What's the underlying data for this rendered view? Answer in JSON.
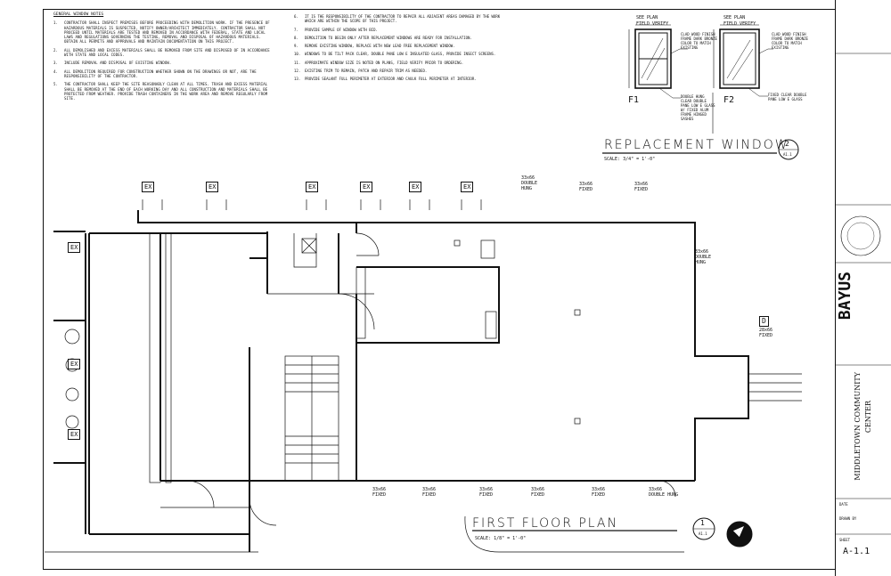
{
  "general_notes": {
    "title": "GENERAL WINDOW NOTES",
    "items": [
      {
        "n": "1.",
        "text": "CONTRACTOR SHALL INSPECT PREMISES BEFORE PROCEEDING WITH DEMOLITION WORK. IF THE PRESENCE OF HAZARDOUS MATERIALS IS SUSPECTED, NOTIFY OWNER/ARCHITECT IMMEDIATELY. CONTRACTOR SHALL NOT PROCEED UNTIL MATERIALS ARE TESTED AND REMOVED IN ACCORDANCE WITH FEDERAL, STATE AND LOCAL LAWS AND REGULATIONS GOVERNING THE TESTING, REMOVAL AND DISPOSAL OF HAZARDOUS MATERIALS. OBTAIN ALL PERMITS AND APPROVALS AND MAINTAIN DOCUMENTATION ON THIS PROJECT."
      },
      {
        "n": "2.",
        "text": "ALL DEMOLISHED AND EXCESS MATERIALS SHALL BE REMOVED FROM SITE AND DISPOSED OF IN ACCORDANCE WITH STATE AND LOCAL CODES."
      },
      {
        "n": "3.",
        "text": "INCLUDE REMOVAL AND DISPOSAL OF EXISTING WINDOW."
      },
      {
        "n": "4.",
        "text": "ALL DEMOLITION REQUIRED FOR CONSTRUCTION WHETHER SHOWN ON THE DRAWINGS OR NOT, ARE THE RESPONSIBILITY OF THE CONTRACTOR."
      },
      {
        "n": "5.",
        "text": "THE CONTRACTOR SHALL KEEP THE SITE REASONABLY CLEAN AT ALL TIMES. TRASH AND EXCESS MATERIAL SHALL BE REMOVED AT THE END OF EACH WORKING DAY AND ALL CONSTRUCTION AND MATERIALS SHALL BE PROTECTED FROM WEATHER. PROVIDE TRASH CONTAINERS IN THE WORK AREA AND REMOVE REGULARLY FROM SITE."
      }
    ],
    "items2": [
      {
        "n": "6.",
        "text": "IT IS THE RESPONSIBILITY OF THE CONTRACTOR TO REPAIR ALL ADJACENT AREAS DAMAGED BY THE WORK WHICH ARE WITHIN THE SCOPE OF THIS PROJECT."
      },
      {
        "n": "7.",
        "text": "PROVIDE SAMPLE OF WINDOW WITH BID."
      },
      {
        "n": "8.",
        "text": "DEMOLITION TO BEGIN ONLY AFTER REPLACEMENT WINDOWS ARE READY FOR INSTALLATION."
      },
      {
        "n": "9.",
        "text": "REMOVE EXISTING WINDOW, REPLACE WITH NEW LEAD FREE REPLACEMENT WINDOW."
      },
      {
        "n": "10.",
        "text": "WINDOWS TO BE TILT PACK CLEAR, DOUBLE PANE LOW E INSULATED GLASS, PROVIDE INSECT SCREENS."
      },
      {
        "n": "11.",
        "text": "APPROXIMATE WINDOW SIZE IS NOTED ON PLANS, FIELD VERIFY PRIOR TO ORDERING."
      },
      {
        "n": "12.",
        "text": "EXISTING TRIM TO REMAIN, PATCH AND REPAIR TRIM AS NEEDED."
      },
      {
        "n": "13.",
        "text": "PROVIDE SEALANT FULL PERIMETER AT EXTERIOR AND CAULK FULL PERIMETER AT INTERIOR."
      }
    ]
  },
  "detail": {
    "see_plan_1": "SEE PLAN",
    "field_verify_1": "FIELD VERIFY",
    "see_plan_2": "SEE PLAN",
    "field_verify_2": "FIELD VERIFY",
    "left_note": "CLAD WOOD FINISH FRAME DARK BRONZE COLOR TO MATCH EXISTING",
    "left_type_note": "DOUBLE HUNG CLEAR DOUBLE PANE LOW E GLASS W/ FIXED ALUM FRAME HINGED SASHES",
    "right_note": "CLAD WOOD FINISH FRAME DARK BRONZE COLOR TO MATCH EXISTING",
    "right_type_note": "FIXED CLEAR DOUBLE PANE LOW E GLASS",
    "tag_left": "F1",
    "tag_right": "F2",
    "title": "REPLACEMENT WINDOW",
    "scale": "SCALE: 3/4\" = 1'-0\"",
    "bubble_num": "2",
    "bubble_sheet": "A1.1"
  },
  "plan": {
    "ex_tags": [
      "EX",
      "EX",
      "EX",
      "EX",
      "EX",
      "EX",
      "EX",
      "EX",
      "EX"
    ],
    "win_top_1": "33x66 DOUBLE HUNG",
    "win_top_2": "33x66 FIXED",
    "win_top_3": "33x66 FIXED",
    "win_right_1": "33x66 DOUBLE HUNG",
    "win_right_2": "28x66 FIXED",
    "win_right_tag": "D",
    "bottom_windows": [
      "33x66 FIXED",
      "33x66 FIXED",
      "33x66 FIXED",
      "33x66 FIXED",
      "33x66 FIXED",
      "33x66 DOUBLE HUNG"
    ],
    "title": "FIRST FLOOR PLAN",
    "scale": "SCALE: 1/8\" = 1'-0\"",
    "bubble_num": "1",
    "bubble_sheet": "A1.1"
  },
  "title_block": {
    "project_line1": "MIDDLETOWN COMMUNITY",
    "project_line2": "CENTER",
    "firm": "BAYUS",
    "sheet_number": "A-1.1",
    "label_date": "DATE",
    "label_drawn": "DRAWN BY",
    "label_sheet": "SHEET"
  }
}
